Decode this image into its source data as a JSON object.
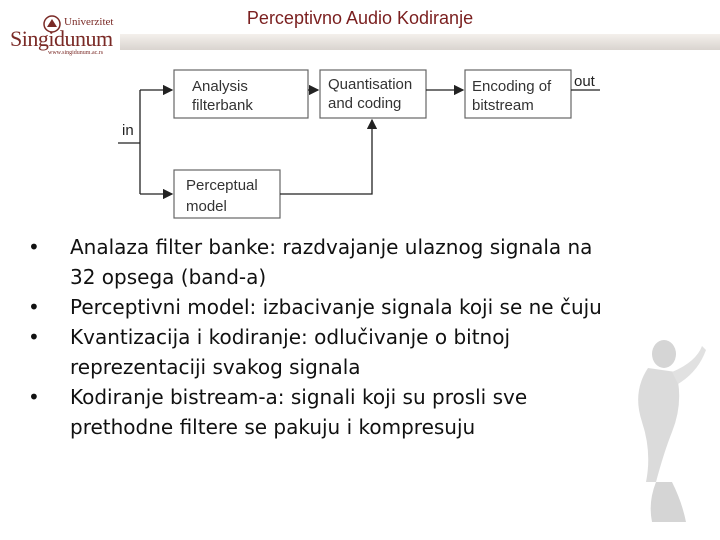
{
  "logo": {
    "top_text": "Univerzitet",
    "main_text": "Singidunum",
    "url_text": "www.singidunum.ac.rs"
  },
  "title": "Perceptivno Audio Kodiranje",
  "diagram": {
    "input_label": "in",
    "output_label": "out",
    "boxes": [
      {
        "name": "analysis-filterbank-box",
        "line1": "Analysis",
        "line2": "filterbank"
      },
      {
        "name": "quantisation-box",
        "line1": "Quantisation",
        "line2": "and coding"
      },
      {
        "name": "encoding-box",
        "line1": "Encoding of",
        "line2": "bitstream"
      },
      {
        "name": "perceptual-model-box",
        "line1": "Perceptual",
        "line2": "model"
      }
    ]
  },
  "bullets": [
    {
      "line1": "Analaza filter banke: razdvajanje ulaznog signala na",
      "line2": "32 opsega (band-a)"
    },
    {
      "line1": "Perceptivni model: izbacivanje signala koji se ne čuju",
      "line2": ""
    },
    {
      "line1": "Kvantizacija i kodiranje: odlučivanje o bitnoj",
      "line2": "reprezentaciji svakog signala"
    },
    {
      "line1": "Kodiranje bistream-a: signali koji su prosli sve",
      "line2": "prethodne filtere se pakuju i kompresuju"
    }
  ],
  "colors": {
    "title": "#7a1f1f",
    "brand": "#7a2a26",
    "box_stroke": "#666666",
    "arrow": "#222222"
  }
}
